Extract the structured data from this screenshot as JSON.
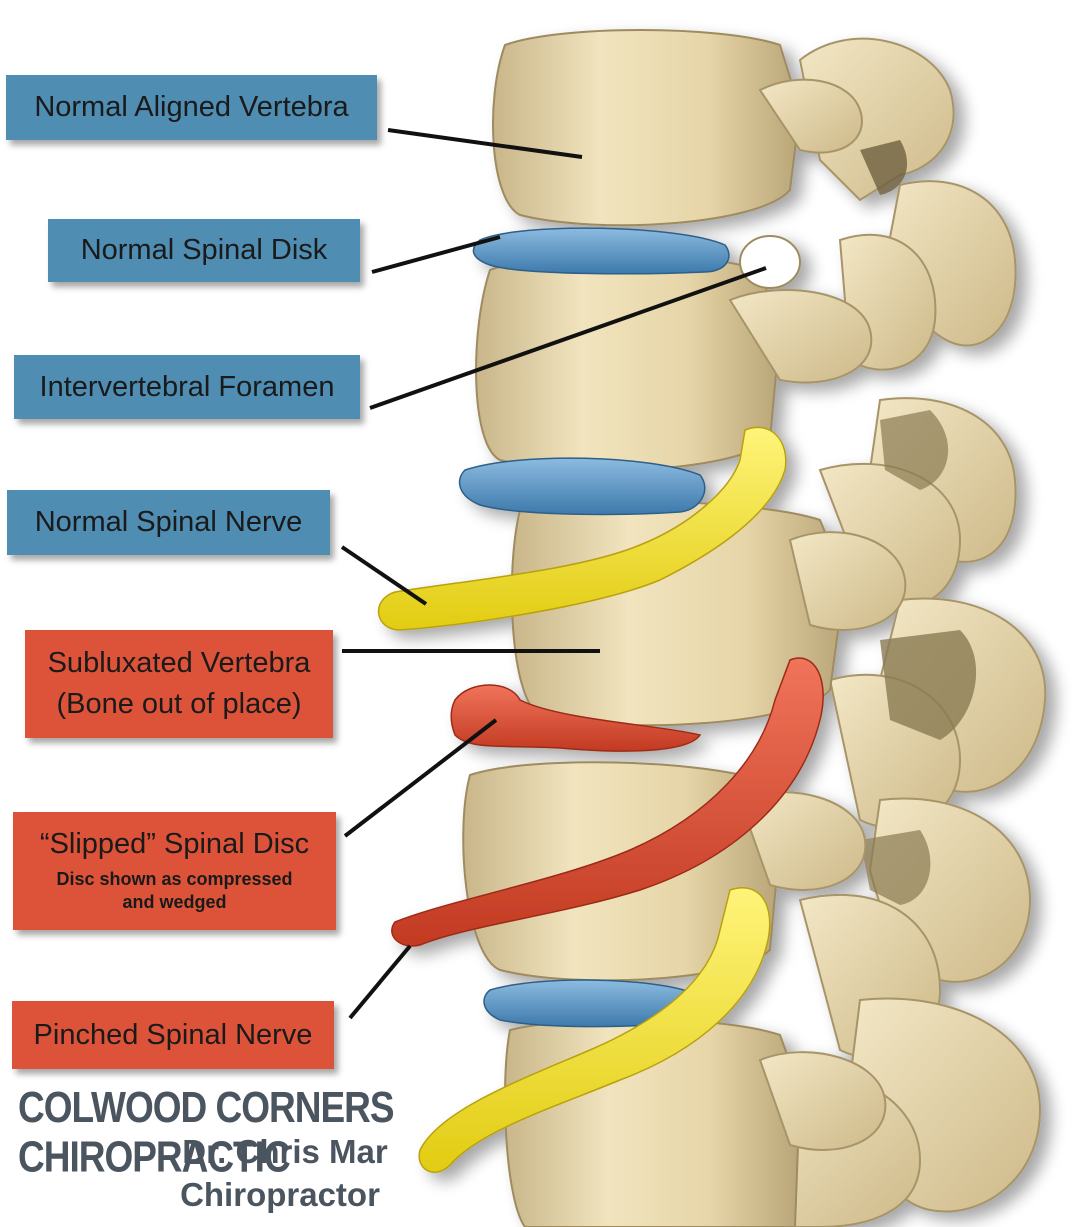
{
  "labels": {
    "normal_vertebra": "Normal Aligned Vertebra",
    "normal_disk": "Normal Spinal Disk",
    "foramen": "Intervertebral Foramen",
    "normal_nerve": "Normal Spinal Nerve",
    "subluxated_line1": "Subluxated Vertebra",
    "subluxated_line2": "(Bone out of place)",
    "slipped_title": "“Slipped” Spinal Disc",
    "slipped_note_line1": "Disc shown as compressed",
    "slipped_note_line2": "and wedged",
    "pinched_nerve": "Pinched Spinal Nerve"
  },
  "footer": {
    "clinic": "COLWOOD CORNERS CHIROPRACTIC",
    "doctor": "Dr. Chris Mar",
    "title": "Chiropractor"
  },
  "colors": {
    "normal_label": "#4f8db3",
    "problem_label": "#dc5339",
    "bone": "#e8d9b0",
    "bone_shadow": "#8a7a52",
    "disc_normal": "#5f97c6",
    "disc_slipped": "#d9472f",
    "nerve_normal": "#f2e23a",
    "nerve_pinched": "#d9472f"
  }
}
